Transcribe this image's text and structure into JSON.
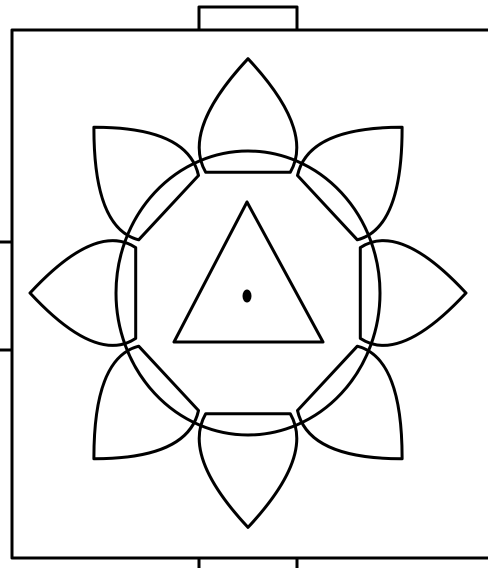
{
  "diagram": {
    "petal_count": 8,
    "colors": {
      "ink": "#000000",
      "background": "#ffffff"
    },
    "elements": [
      "square-frame",
      "gates",
      "eight-petal-lotus",
      "inner-circle",
      "upward-triangle",
      "center-dot"
    ]
  }
}
